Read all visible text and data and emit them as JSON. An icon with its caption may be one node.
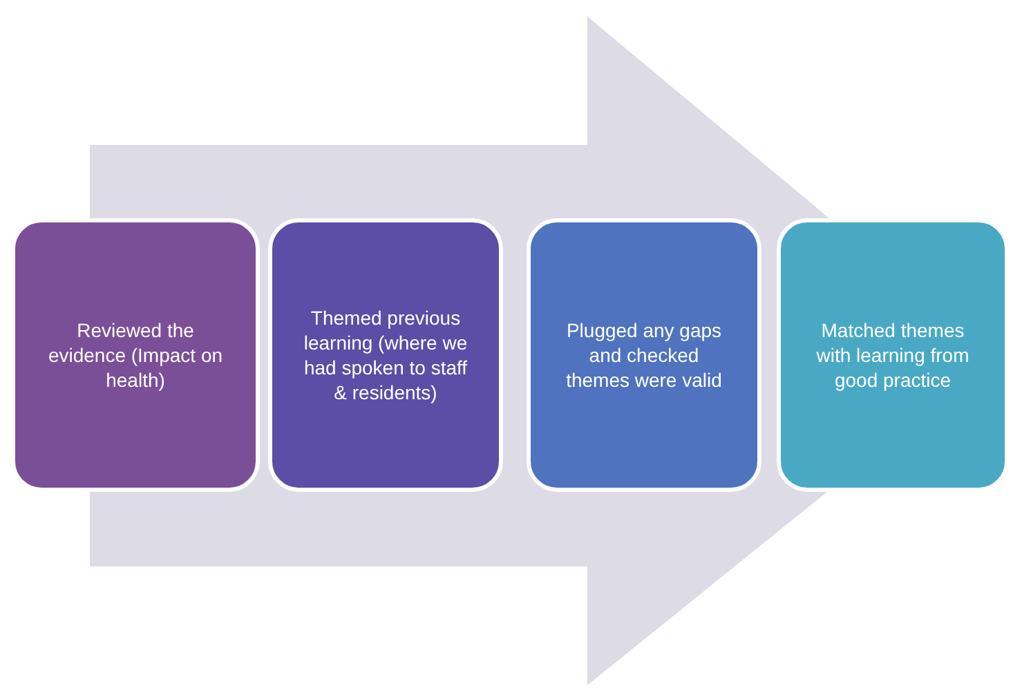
{
  "diagram": {
    "nodes": [
      {
        "text": [
          "Reviewed the evidence (Impact on health)"
        ]
      },
      {
        "text": [
          "Themed previous learning (where we had spoken to staff & residents)"
        ]
      },
      {
        "text": [
          "Plugged any gaps and checked themes were valid"
        ]
      },
      {
        "text": [
          "Matched themes with learning from good practice"
        ]
      }
    ],
    "edges": [
      {
        "from": 0,
        "to": 3,
        "arrow": "to"
      }
    ]
  }
}
